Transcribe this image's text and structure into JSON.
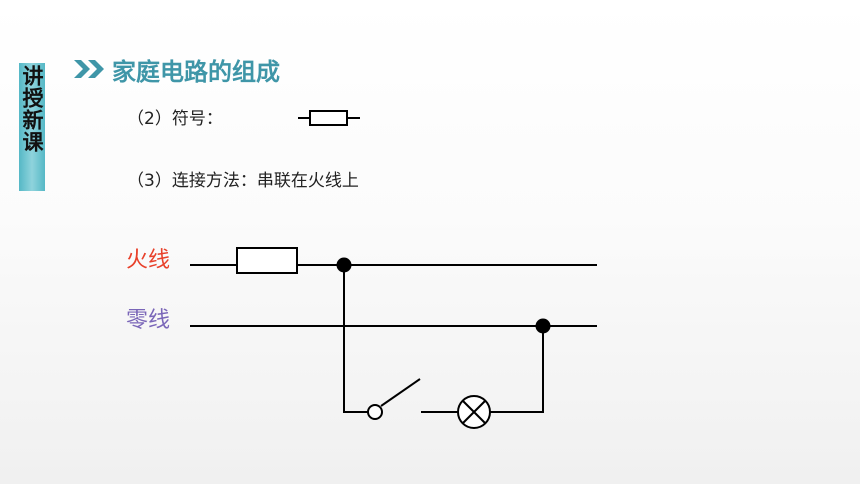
{
  "sidebar": {
    "label": "讲授新课"
  },
  "header": {
    "title": "家庭电路的组成",
    "icon": "double-chevron-right-icon",
    "accent": "#3f96a8"
  },
  "content": {
    "item_2": "（2）符号：",
    "item_3": "（3）连接方法：串联在火线上"
  },
  "diagram": {
    "fire_wire_label": "火线",
    "neutral_wire_label": "零线",
    "fire_color": "#e8402a",
    "neutral_color": "#7a66b8"
  }
}
